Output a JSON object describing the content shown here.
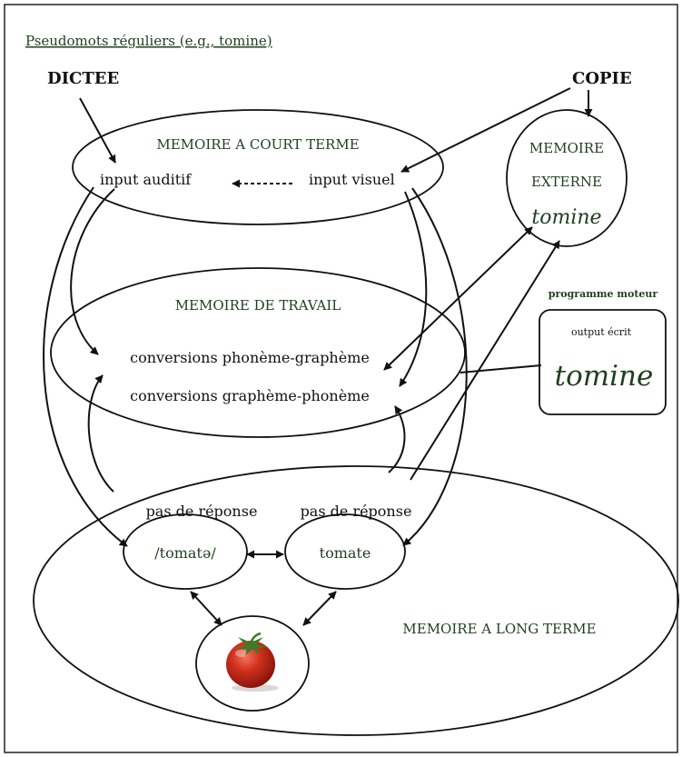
{
  "title": "Pseudomots réguliers  (e.g., tomine)",
  "inputs": {
    "dictation": "DICTEE",
    "copy": "COPIE"
  },
  "short_term_memory": {
    "title": "MEMOIRE A COURT TERME",
    "auditory_input": "input auditif",
    "visual_input": "input visuel"
  },
  "working_memory": {
    "title": "MEMOIRE DE TRAVAIL",
    "phoneme_grapheme": "conversions phonème-graphème",
    "grapheme_phoneme": "conversions graphème-phonème"
  },
  "external_memory": {
    "line1": "MEMOIRE",
    "line2": "EXTERNE",
    "word": "tomine"
  },
  "motor_program": {
    "title": "programme moteur",
    "output_label": "output écrit",
    "word": "tomine"
  },
  "long_term_memory": {
    "title": "MEMOIRE A LONG TERME",
    "no_response_left": "pas de réponse",
    "no_response_right": "pas de réponse",
    "phonological_form": "/tomatə/",
    "orthographic_form": "tomate",
    "image": "tomato"
  },
  "colors": {
    "text_green": "#1f3f1f",
    "ink": "#111111",
    "tomato": "#c0281a",
    "leaf": "#3f7a2a"
  }
}
